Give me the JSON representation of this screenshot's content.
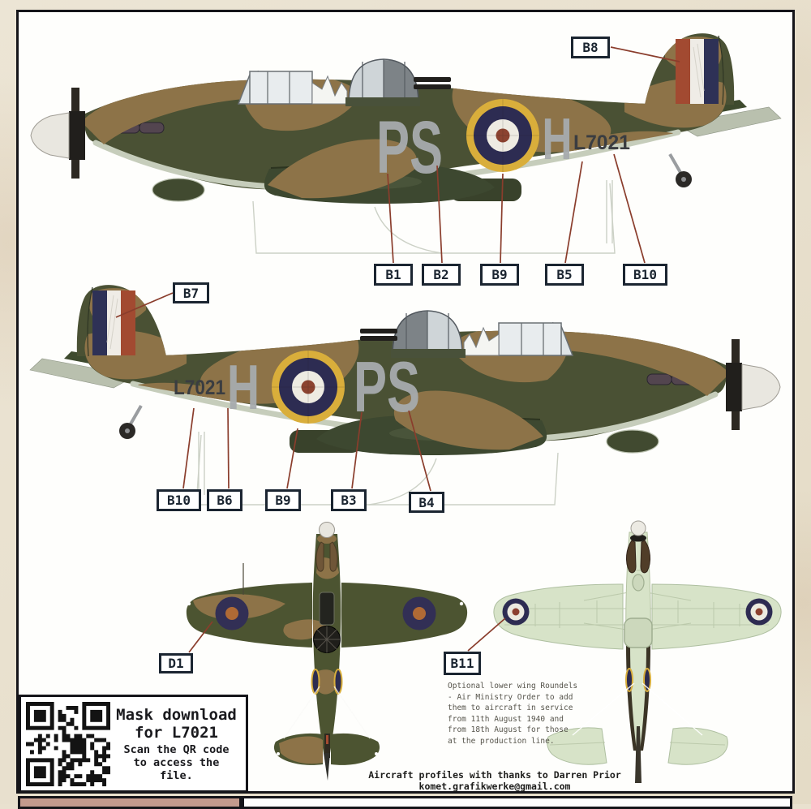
{
  "markings": {
    "squadron_code": "PS",
    "individual_letter": "H",
    "serial": "L7021"
  },
  "callouts": {
    "b1": "B1",
    "b2": "B2",
    "b3": "B3",
    "b4": "B4",
    "b5": "B5",
    "b6": "B6",
    "b7": "B7",
    "b8": "B8",
    "b9_top": "B9",
    "b9_mid": "B9",
    "b10_top": "B10",
    "b10_mid": "B10",
    "b11": "B11",
    "d1": "D1"
  },
  "qr_panel": {
    "title_line1": "Mask download",
    "title_line2": "for L7021",
    "body_line1": "Scan the QR code",
    "body_line2": "to access the",
    "body_line3": "file."
  },
  "note": {
    "lines": [
      "Optional lower wing Roundels",
      "- Air Ministry Order to add",
      "them to aircraft in service",
      "from 11th August 1940 and",
      "from 18th August for those",
      "at the production line."
    ]
  },
  "credit": {
    "line1": "Aircraft profiles with thanks to Darren Prior",
    "line2": "komet.grafikwerke@gmail.com"
  },
  "palette": {
    "dark_green": "#4a5134",
    "dark_earth": "#8d7348",
    "underside_sky": "#c6cdbb",
    "underside_green": "#d7e3c8",
    "roundel_yellow": "#d9ae3b",
    "roundel_blue": "#2d2c52",
    "roundel_white": "#eeebe2",
    "roundel_center_red": "#8c4330",
    "flash_red": "#a24a31",
    "flash_blue": "#2e3156",
    "code_grey": "#a7abae",
    "serial_grey": "#3a3d41",
    "leader_red": "#8a3d2c",
    "label_ink": "#1b2531",
    "next_panel_pink": "#c39a8d"
  }
}
